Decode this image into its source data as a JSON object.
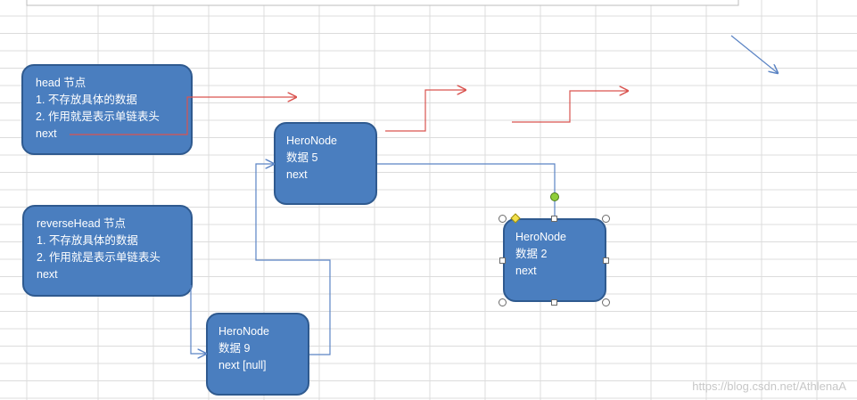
{
  "nodes": {
    "head": {
      "title": "head 节点",
      "line1": "1. 不存放具体的数据",
      "line2": "2. 作用就是表示单链表头",
      "line3": "next"
    },
    "reverse_head": {
      "title": "reverseHead 节点",
      "line1": "1. 不存放具体的数据",
      "line2": "2. 作用就是表示单链表头",
      "line3": "next"
    },
    "hero5": {
      "title": "HeroNode",
      "data": "数据 5",
      "next": "next"
    },
    "hero2": {
      "title": "HeroNode",
      "data": "数据 2",
      "next": "next"
    },
    "hero9": {
      "title": "HeroNode",
      "data": "数据 9",
      "next": "next [null]"
    }
  },
  "watermark": "https://blog.csdn.net/AthlenaA",
  "colors": {
    "node_fill": "#4a7ebf",
    "node_border": "#2f5a8f",
    "red_connector": "#d9534f",
    "blue_connector": "#5b84c4",
    "gridline": "#dcdcdc"
  }
}
